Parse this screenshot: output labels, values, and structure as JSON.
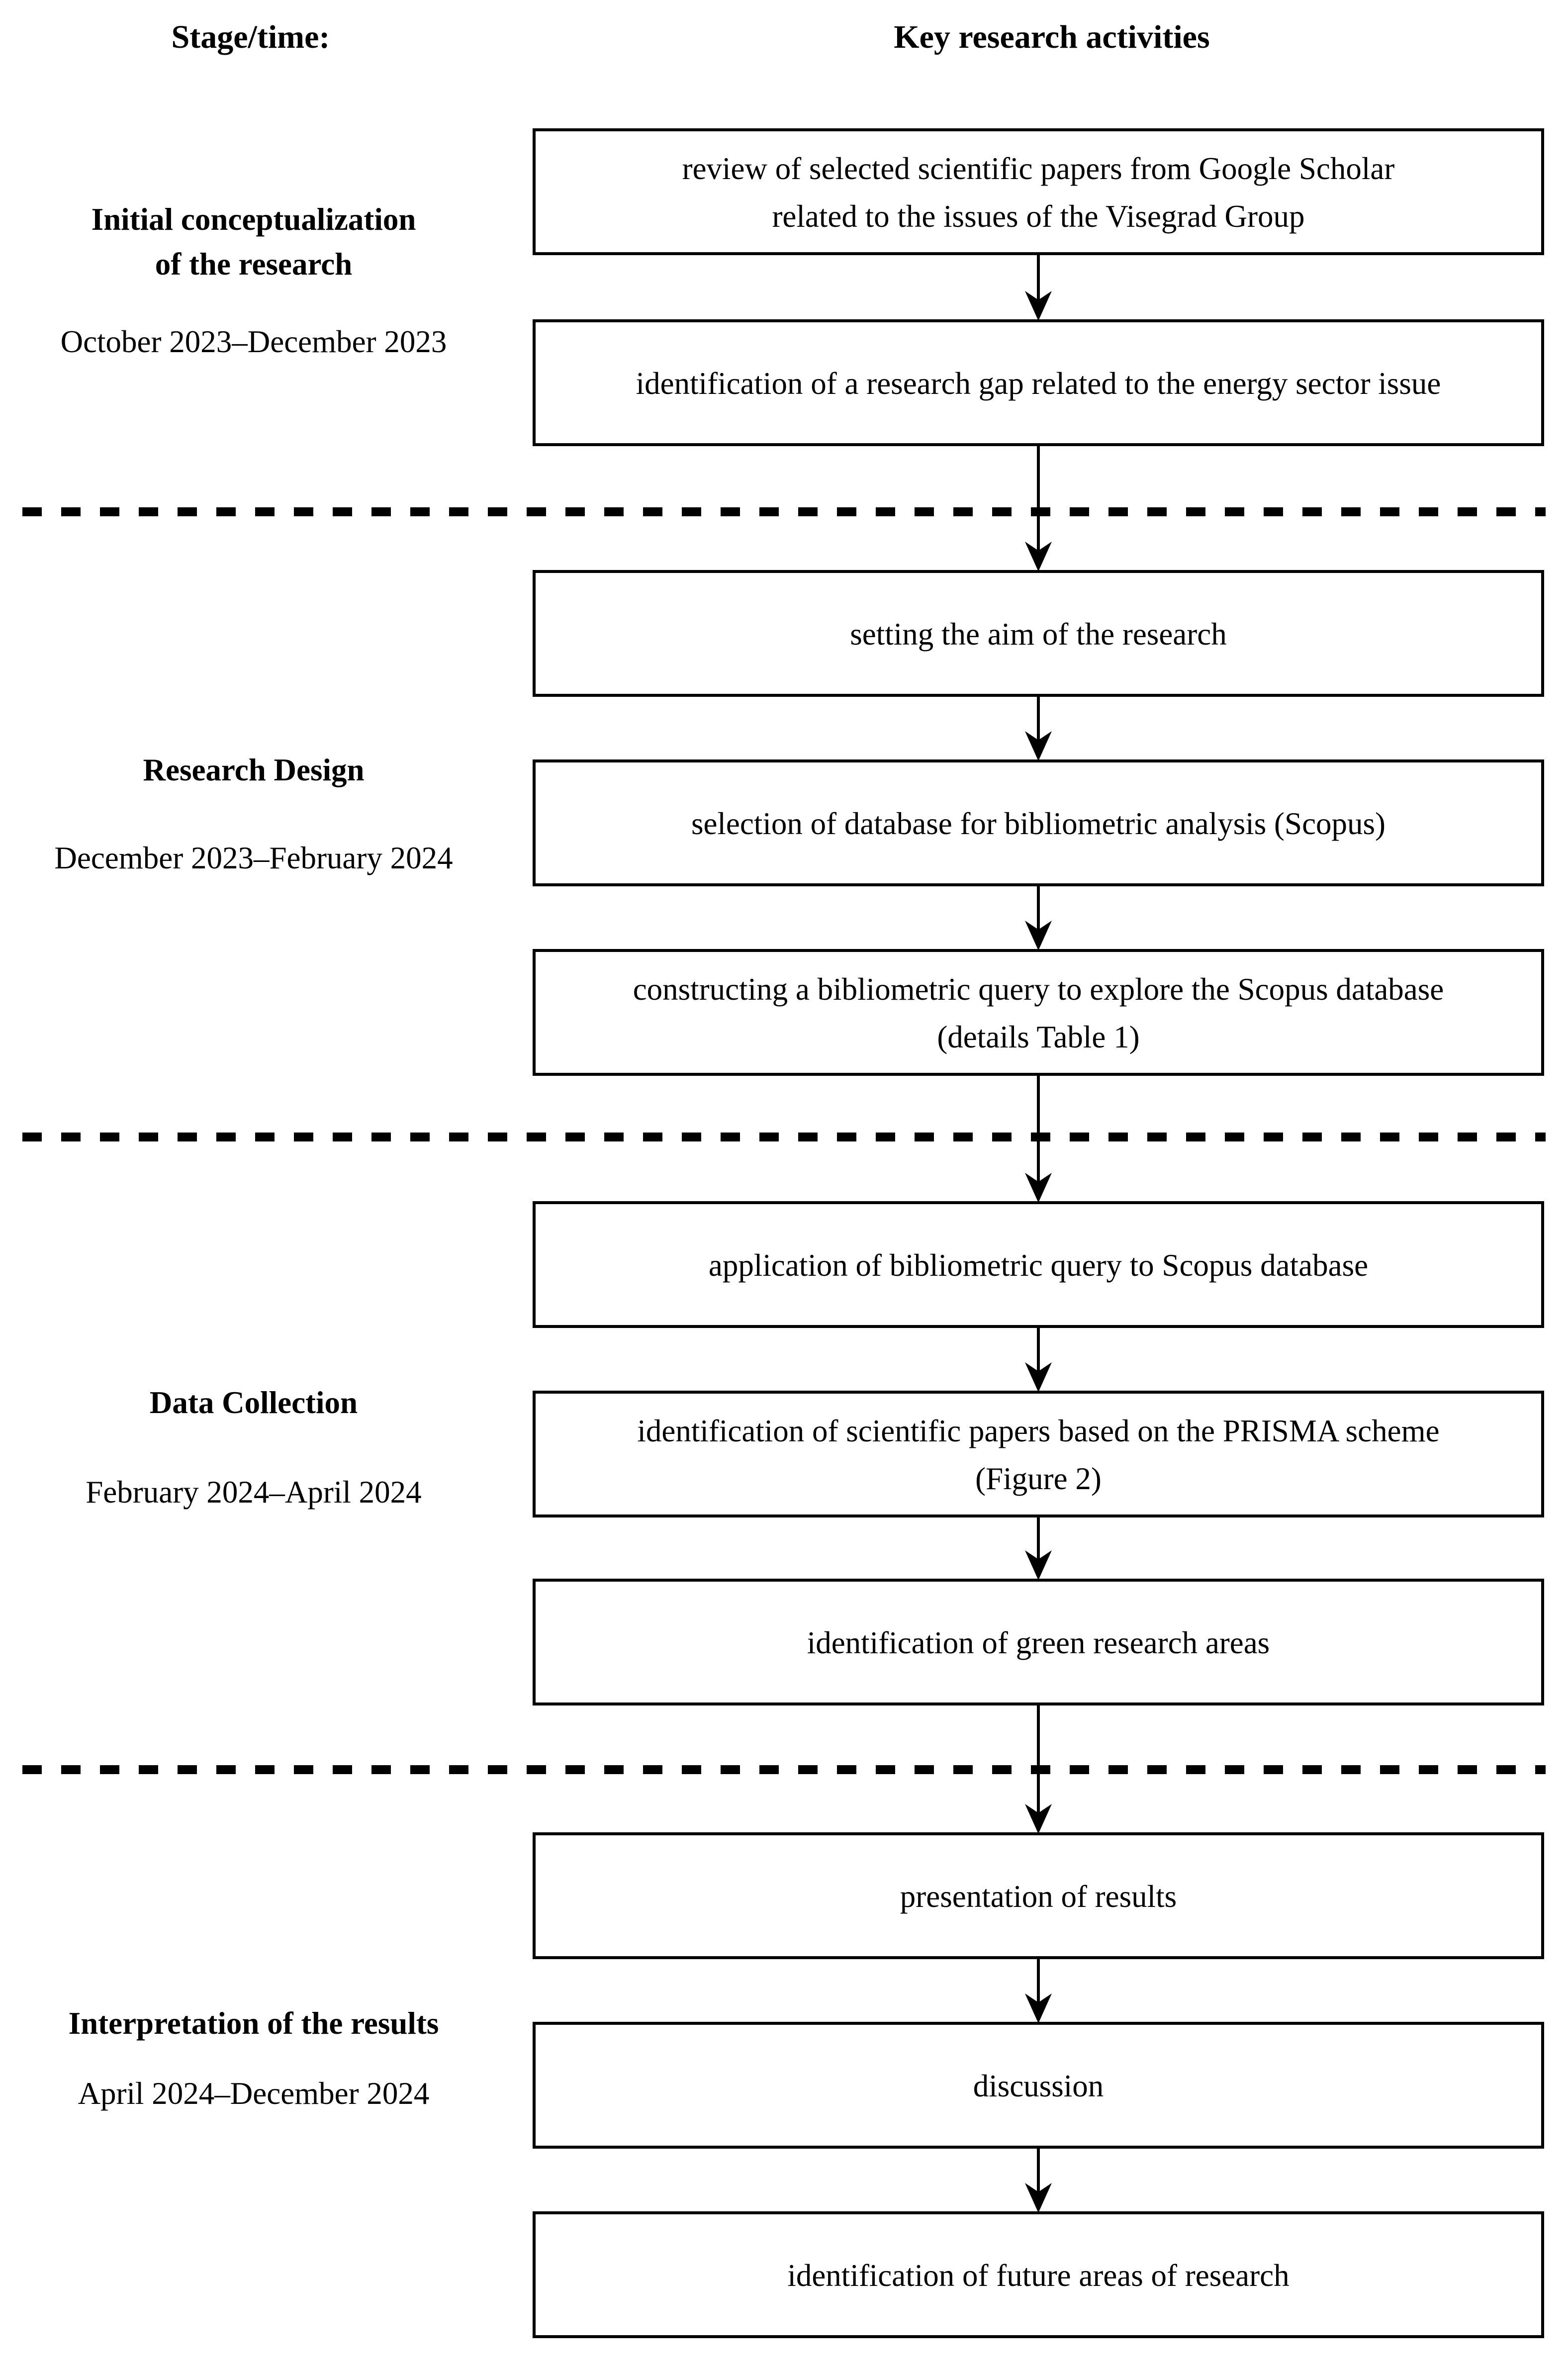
{
  "header": {
    "stage_col": "Stage/time:",
    "activities_col": "Key research activities"
  },
  "stages": [
    {
      "title": [
        "Initial conceptualization",
        "of the research"
      ],
      "period": "October 2023–December 2023"
    },
    {
      "title": "Research Design",
      "period": "December 2023–February 2024"
    },
    {
      "title": "Data Collection",
      "period": "February 2024–April 2024"
    },
    {
      "title": "Interpretation of the results",
      "period": "April 2024–December 2024"
    }
  ],
  "boxes": [
    {
      "lines": [
        "review of selected scientific papers from Google Scholar",
        "related to the issues of the Visegrad Group"
      ]
    },
    {
      "lines": [
        "identification of a research gap related to the energy sector issue"
      ]
    },
    {
      "lines": [
        "setting the aim of the research"
      ]
    },
    {
      "lines": [
        "selection of database for bibliometric analysis (Scopus)"
      ]
    },
    {
      "lines": [
        "constructing a bibliometric query to explore the Scopus database",
        "(details Table 1)"
      ]
    },
    {
      "lines": [
        "application of bibliometric query to Scopus database"
      ]
    },
    {
      "lines": [
        "identification of scientific papers based on the PRISMA scheme",
        "(Figure 2)"
      ]
    },
    {
      "lines": [
        "identification of green research areas"
      ]
    },
    {
      "lines": [
        "presentation of results"
      ]
    },
    {
      "lines": [
        "discussion"
      ]
    },
    {
      "lines": [
        "identification of future areas of research"
      ]
    }
  ],
  "colors": {
    "ink": "#000000",
    "background": "#ffffff"
  }
}
